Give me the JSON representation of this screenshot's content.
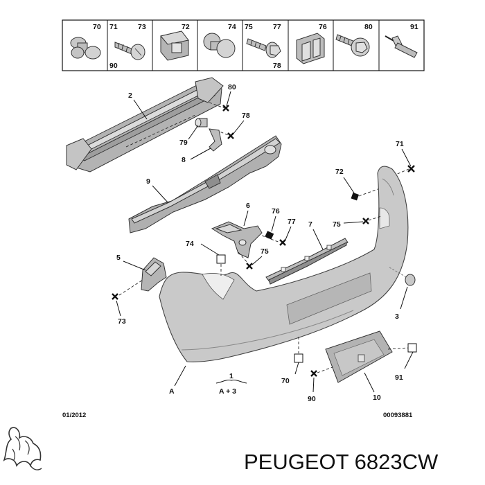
{
  "legend": {
    "cells": [
      {
        "name": "clip-70",
        "labels": [
          "70"
        ]
      },
      {
        "name": "screw-71-73-90",
        "labels": [
          "71",
          "73",
          "90"
        ]
      },
      {
        "name": "nut-72",
        "labels": [
          "72"
        ]
      },
      {
        "name": "rivet-74",
        "labels": [
          "74"
        ]
      },
      {
        "name": "screw-75-77-78",
        "labels": [
          "75",
          "77",
          "78"
        ]
      },
      {
        "name": "clip-76",
        "labels": [
          "76"
        ]
      },
      {
        "name": "screw-80",
        "labels": [
          "80"
        ]
      },
      {
        "name": "rivet-91",
        "labels": [
          "91"
        ]
      }
    ]
  },
  "callouts": {
    "c2": "2",
    "c80": "80",
    "c78": "78",
    "c79": "79",
    "c8": "8",
    "c9": "9",
    "c71": "71",
    "c72": "72",
    "c6": "6",
    "c76": "76",
    "c77": "77",
    "c7": "7",
    "c75a": "75",
    "c75b": "75",
    "c74": "74",
    "c5": "5",
    "c73": "73",
    "c3": "3",
    "cA": "A",
    "c1": "1",
    "cA3": "A + 3",
    "c70": "70",
    "c90": "90",
    "c10": "10",
    "c91": "91"
  },
  "footer": {
    "date": "01/2012",
    "ref": "00093881"
  },
  "brand": {
    "caption": "PEUGEOT 6823CW"
  },
  "colors": {
    "bumper": "#c9c9c9",
    "part": "#b4b4b4",
    "line": "#111111"
  }
}
